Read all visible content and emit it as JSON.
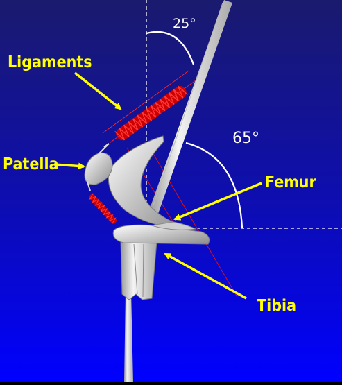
{
  "angles": {
    "top": "25°",
    "right": "65°"
  },
  "labels": {
    "ligaments": "Ligaments",
    "patella": "Patella",
    "femur": "Femur",
    "tibia": "Tibia"
  },
  "colors": {
    "background_top": "#19196e",
    "background_bottom": "#0000ff",
    "label": "#ffff00",
    "spring": "#dd0000",
    "bone": "#e3e3e3",
    "annotation_line": "#ffffff"
  }
}
